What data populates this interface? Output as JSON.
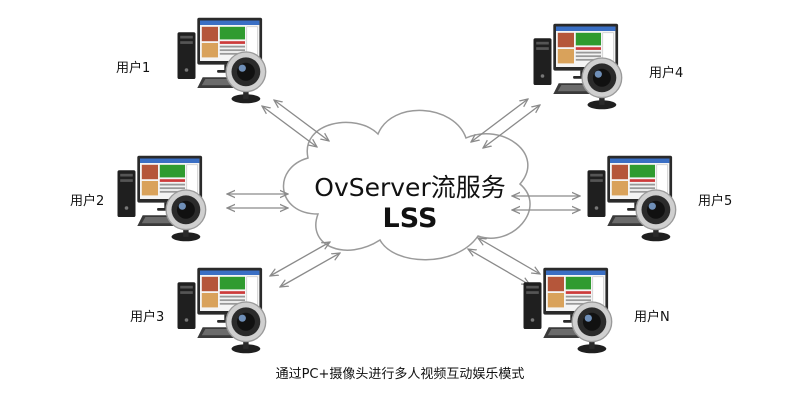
{
  "server": {
    "title": "OvServer流服务",
    "subtitle": "LSS"
  },
  "users": [
    {
      "label": "用户1"
    },
    {
      "label": "用户2"
    },
    {
      "label": "用户3"
    },
    {
      "label": "用户4"
    },
    {
      "label": "用户5"
    },
    {
      "label": "用户N"
    }
  ],
  "caption": "通过PC+摄像头进行多人视频互动娱乐模式",
  "colors": {
    "arrow": "#8a8a8a",
    "cloud_stroke": "#9a9a9a",
    "monitor_frame": "#2a2a2a",
    "screen_accent": "#2f9b2f"
  }
}
